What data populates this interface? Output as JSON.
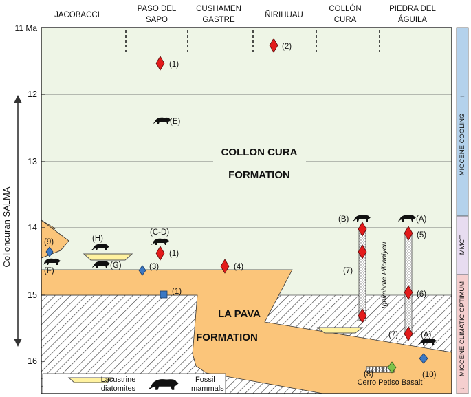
{
  "columns": [
    "JACOBACCI",
    "PASO DEL",
    "SAPO",
    "CUSHAMEN",
    "GASTRE",
    "ÑIRIHUAU",
    "COLLÓN",
    "CURA",
    "PIEDRA DEL",
    "ÁGUILA"
  ],
  "time_axis": {
    "label_top": "11 Ma",
    "ticks": [
      "12",
      "13",
      "14",
      "15",
      "16"
    ],
    "salma_label": "Colloncuran SALMA"
  },
  "climate_bands": [
    "MIOCENE COOLING",
    "↑",
    "MMCT",
    "MIOCENE CLIMATIC OPTIMUM",
    "↓"
  ],
  "formations": {
    "collon_cura": [
      "COLLON CURA",
      "FORMATION"
    ],
    "la_pava": [
      "LA PAVA",
      "FORMATION"
    ]
  },
  "ignimbrite_label": "Ignimbrite Pilcaniyeu",
  "basalt_label": "Cerro Petiso Basalt",
  "markers": {
    "refs": [
      "(1)",
      "(2)",
      "(1)",
      "(3)",
      "(4)",
      "(1)",
      "(5)",
      "(6)",
      "(7)",
      "(7)",
      "(8)",
      "(9)",
      "(10)"
    ],
    "mammals": [
      "(E)",
      "(C-D)",
      "(H)",
      "(G)",
      "(F)",
      "(B)",
      "(A)",
      "(A)"
    ]
  },
  "legend": {
    "diatomites": [
      "Lacustrine",
      "diatomites"
    ],
    "mammals": [
      "Fossil",
      "mammals"
    ]
  },
  "colors": {
    "panel": "#eef5e6",
    "formation": "#fbc57a",
    "red_diamond": "#e31b1b",
    "blue_diamond": "#3b78c4",
    "green_diamond": "#7cc24a",
    "cooling": "#b4d2ec",
    "mmct": "#e7dcf0",
    "optimum": "#f5cfcf"
  }
}
